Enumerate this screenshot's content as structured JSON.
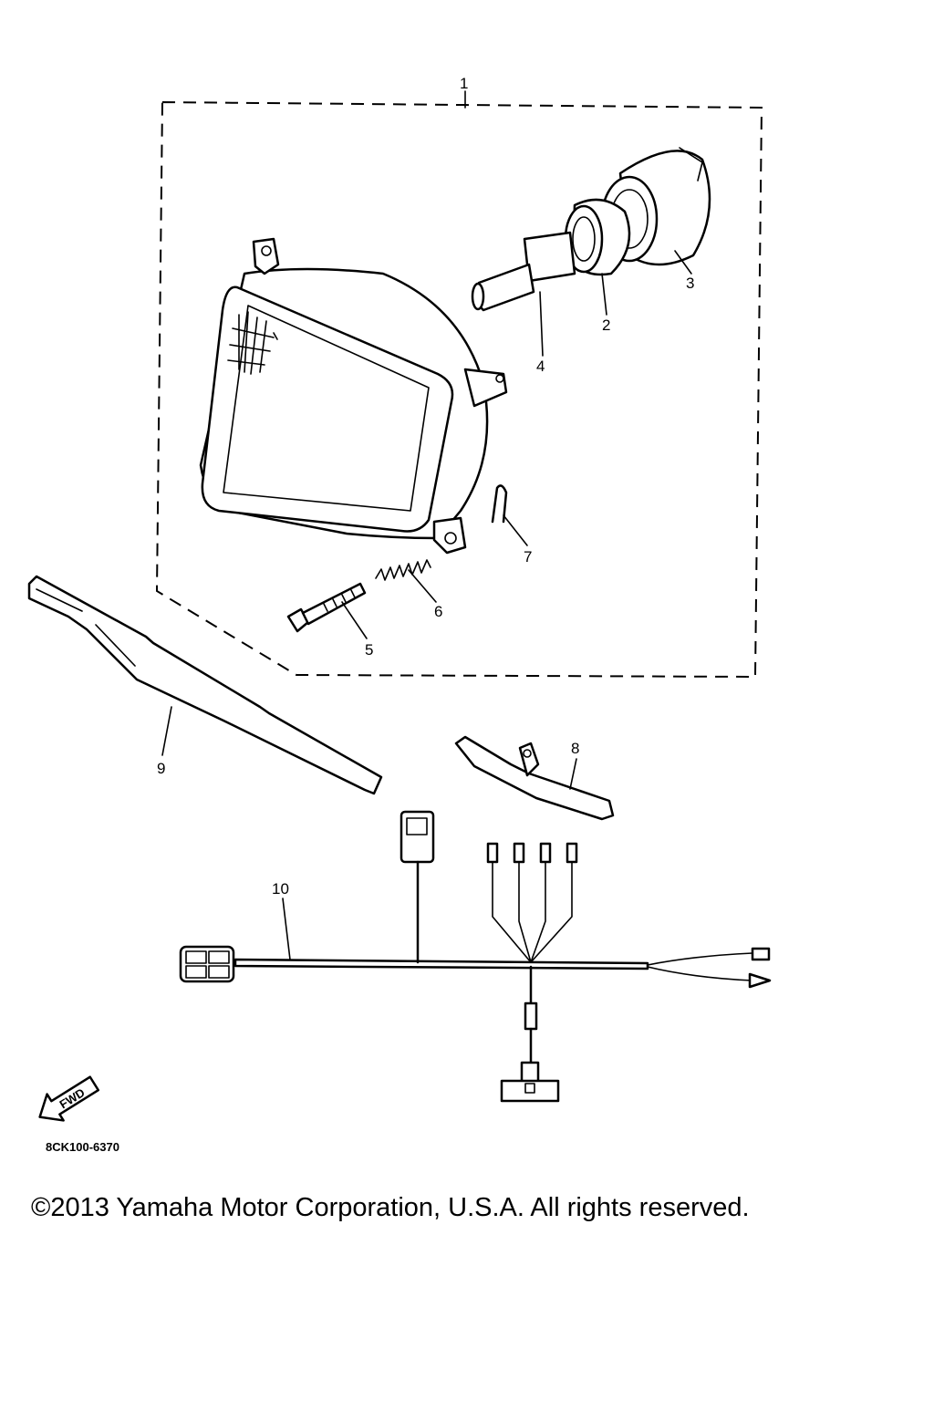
{
  "callouts": {
    "c1": "1",
    "c2": "2",
    "c3": "3",
    "c4": "4",
    "c5": "5",
    "c6": "6",
    "c7": "7",
    "c8": "8",
    "c9": "9",
    "c10": "10"
  },
  "fwd_label": "FWD",
  "drawing_code": "8CK100-6370",
  "copyright": "©2013 Yamaha Motor Corporation, U.S.A. All rights reserved."
}
